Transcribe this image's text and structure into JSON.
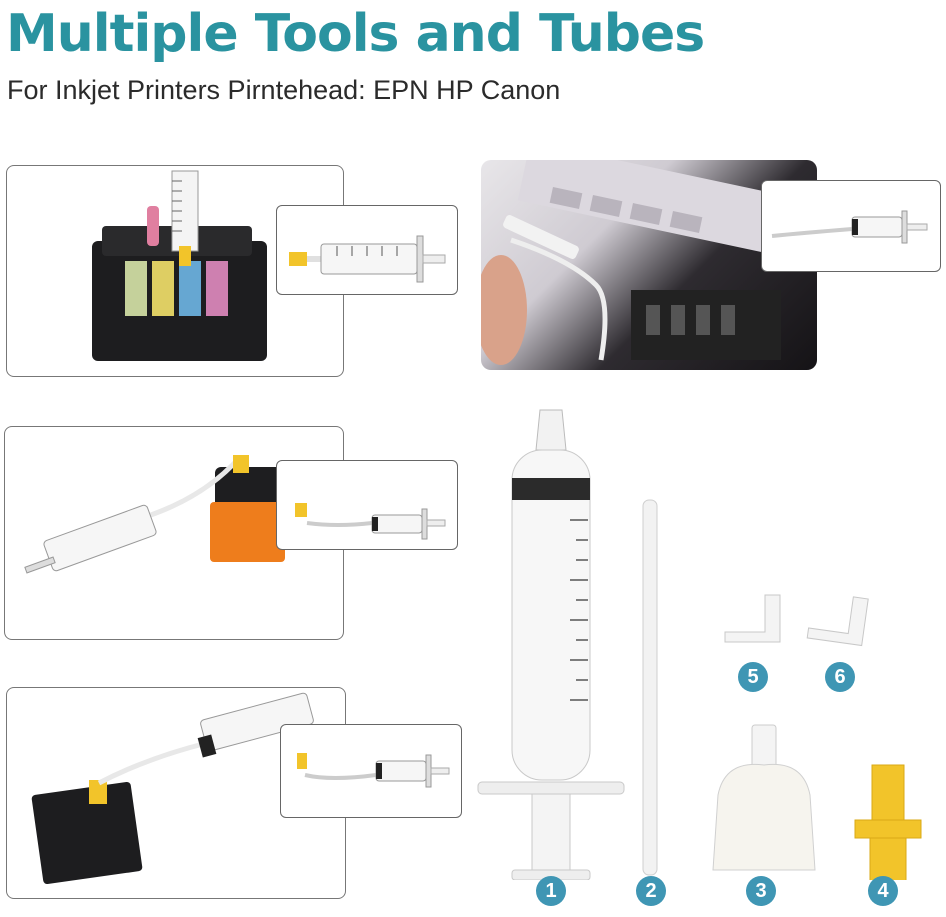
{
  "header": {
    "title": "Multiple Tools and Tubes",
    "subtitle": "For Inkjet Printers Pirntehead: EPN HP Canon"
  },
  "badges": [
    "1",
    "2",
    "3",
    "4",
    "5",
    "6"
  ],
  "colors": {
    "title": "#2a93a0",
    "badge": "#3f96b4",
    "adapter_yellow": "#f2c42a"
  },
  "images": {
    "panel_1": "hp-printhead-refill-illustration",
    "panel_2": "epson-printer-refill-photo",
    "panel_3": "orange-printhead-refill-illustration",
    "panel_4": "epson-printhead-refill-illustration",
    "parts": "syringe-tube-adapters-parts"
  }
}
